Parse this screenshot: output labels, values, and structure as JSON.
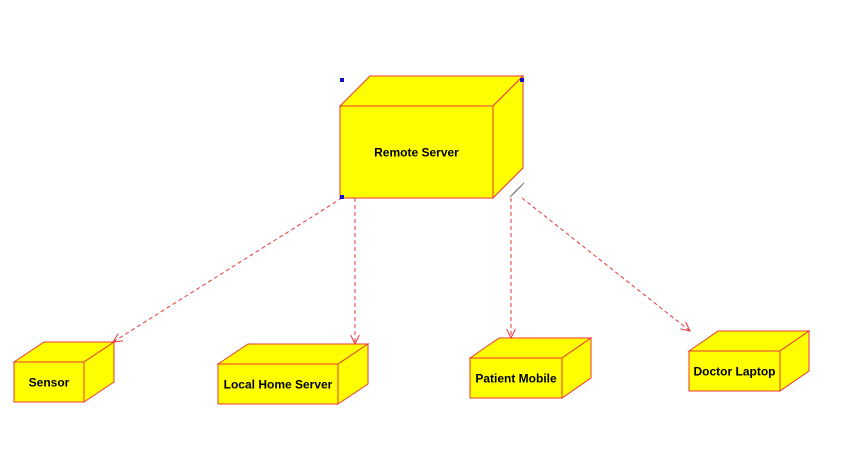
{
  "diagram": {
    "type": "UML deployment diagram",
    "colors": {
      "node_fill": "#FFFF00",
      "node_stroke": "#E8383A",
      "dependency": "#E8383A",
      "selection_handle": "#1010C8",
      "background": "#FFFFFF"
    },
    "nodes": [
      {
        "id": "remote-server",
        "label": "Remote Server",
        "selected": true
      },
      {
        "id": "sensor",
        "label": "Sensor"
      },
      {
        "id": "local-home-server",
        "label": "Local Home Server"
      },
      {
        "id": "patient-mobile",
        "label": "Patient Mobile"
      },
      {
        "id": "doctor-laptop",
        "label": "Doctor Laptop"
      }
    ],
    "dependencies": [
      {
        "from": "remote-server",
        "to": "sensor",
        "style": "dashed",
        "arrow": "open"
      },
      {
        "from": "remote-server",
        "to": "local-home-server",
        "style": "dashed",
        "arrow": "open"
      },
      {
        "from": "remote-server",
        "to": "patient-mobile",
        "style": "dashed",
        "arrow": "open"
      },
      {
        "from": "remote-server",
        "to": "doctor-laptop",
        "style": "dashed",
        "arrow": "open"
      }
    ]
  }
}
